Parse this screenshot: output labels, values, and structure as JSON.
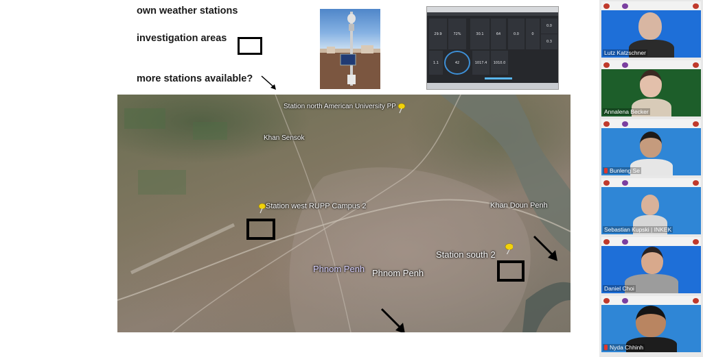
{
  "slide": {
    "lines": [
      "own weather stations",
      "investigation areas",
      "more stations available?"
    ]
  },
  "map": {
    "labels": {
      "north": "Station north American University PP",
      "khan_sensok": "Khan Sensok",
      "west": "Station west RUPP Campus 2",
      "khan_doun_penh": "Khan Doun Penh",
      "south": "Station south 2",
      "phnom_penh_a": "Phnom Penh",
      "phnom_penh_b": "Phnom Penh"
    }
  },
  "dashboard": {
    "values": [
      "29.9",
      "72%",
      "30.1",
      "64",
      "0.0",
      "0",
      "0.0",
      "0.3",
      "1.1",
      "42",
      "1017.4",
      "1010.0"
    ]
  },
  "participants": [
    {
      "name": "Lutz Katzschner",
      "muted": false,
      "bg": "#1e6fd8"
    },
    {
      "name": "Annalena Becker",
      "muted": false,
      "bg": "#1d5e2a"
    },
    {
      "name": "Bunleng Se",
      "muted": true,
      "bg": "#2f86d6"
    },
    {
      "name": "Sebastian Kupski | INKEK",
      "muted": false,
      "bg": "#2f86d6"
    },
    {
      "name": "Daniel Choi",
      "muted": false,
      "bg": "#1e6fd8"
    },
    {
      "name": "Nyda Chhinh",
      "muted": true,
      "bg": "#2f86d6"
    }
  ],
  "colors": {
    "pin": "#f2d20a",
    "box": "#000000"
  },
  "icons": {
    "pin": "pushpin-icon",
    "mic": "mic-muted-icon",
    "arrow": "arrow-icon"
  }
}
